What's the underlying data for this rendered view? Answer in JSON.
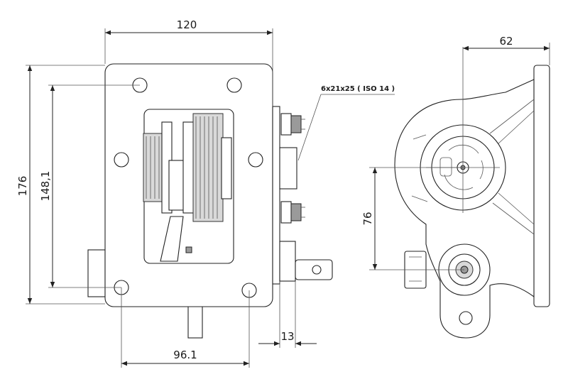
{
  "dimensions": {
    "top_width": "120",
    "left_height_outer": "176",
    "left_height_inner": "148,1",
    "bottom_width": "96.1",
    "right_small": "13",
    "right_top": "62",
    "right_vertical": "76"
  },
  "note": {
    "bolt_spec": "6x21x25 ( ISO 14 )"
  },
  "colors": {
    "line": "#222222",
    "fill_light": "#d9d9d9",
    "fill_mid": "#9a9a9a"
  }
}
